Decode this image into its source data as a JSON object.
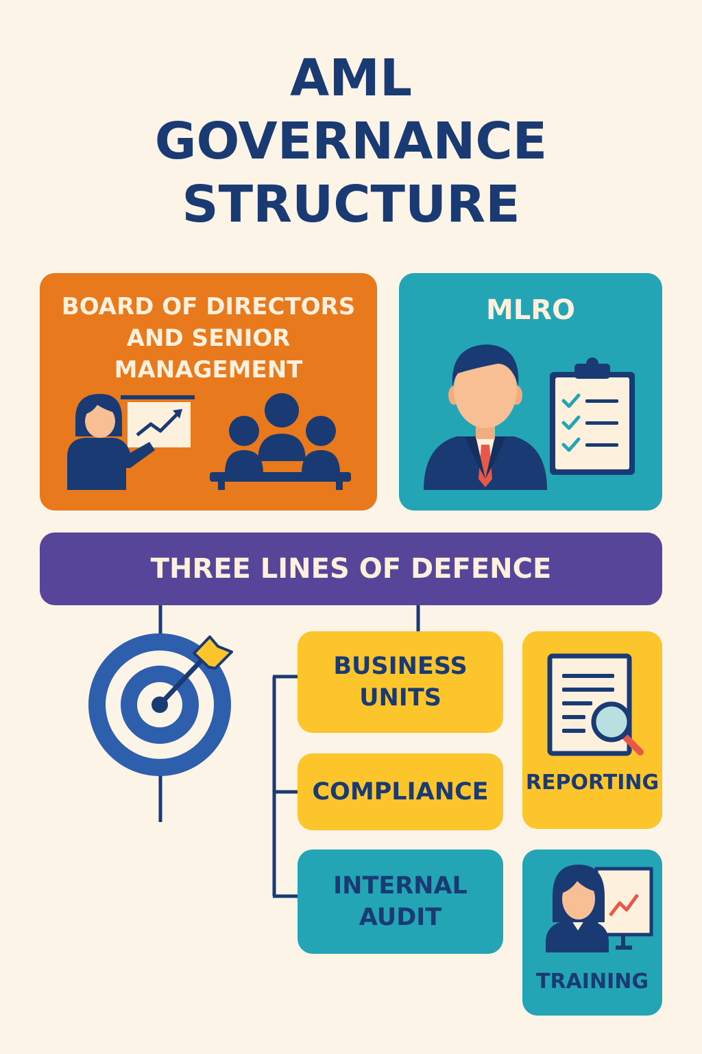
{
  "title": {
    "line1": "AML",
    "line2": "GOVERNANCE",
    "line3": "STRUCTURE"
  },
  "board": {
    "line1": "BOARD OF DIRECTORS",
    "line2": "AND SENIOR",
    "line3": "MANAGEMENT",
    "icons": [
      "presenter-chart-icon",
      "meeting-group-icon"
    ]
  },
  "mlro": {
    "label": "MLRO",
    "icons": [
      "businessman-icon",
      "checklist-clipboard-icon"
    ]
  },
  "banner": {
    "label": "THREE LINES OF DEFENCE"
  },
  "lines": [
    {
      "line1": "BUSINESS",
      "line2": "UNITS"
    },
    {
      "line1": "COMPLIANCE"
    },
    {
      "line1": "INTERNAL",
      "line2": "AUDIT"
    }
  ],
  "side": {
    "reporting": {
      "label": "REPORTING",
      "icon": "document-magnifier-icon"
    },
    "training": {
      "label": "TRAINING",
      "icon": "trainer-presentation-icon"
    }
  },
  "target_icon": "target-arrow-icon",
  "colors": {
    "background": "#fcf4e6",
    "navy": "#1a3a73",
    "orange": "#e8791d",
    "teal": "#23a5b6",
    "purple": "#564598",
    "yellow": "#fbc52b",
    "target_blue": "#2e5fac",
    "accent_red": "#e8584a",
    "skin": "#f8bf95"
  }
}
